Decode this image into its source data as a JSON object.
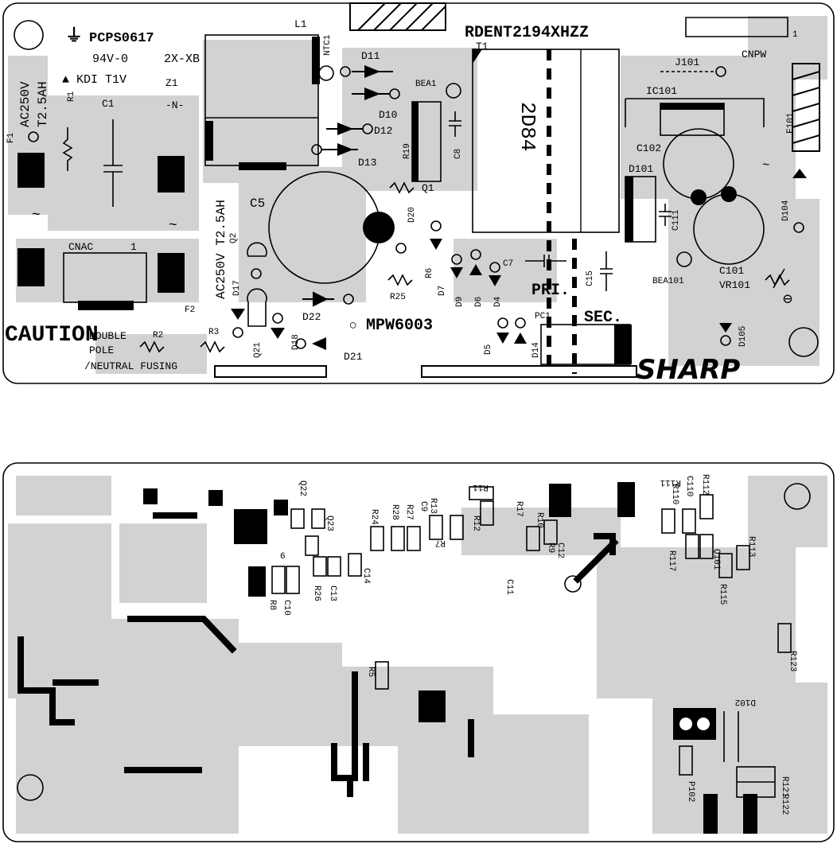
{
  "top_board": {
    "part_number": "PCPS0617",
    "flammability": "94V-0",
    "model_code": "2X-XB",
    "maker": "KDI T1V",
    "pcb_code": "RDENT2194XHZZ",
    "main_ic": "MPW6003",
    "brand": "SHARP",
    "caution": "CAUTION",
    "double_pole_line1": "DOUBLE",
    "double_pole_line2": "POLE",
    "neutral_fusing": "/NEUTRAL FUSING",
    "pri_label": "PRI.",
    "sec_label": "SEC.",
    "transformer_code": "2D84",
    "fuse_rating_1_a": "AC250V",
    "fuse_rating_1_b": "T2.5AH",
    "fuse_rating_2": "AC250V T2.5AH",
    "labels": {
      "F1": "F1",
      "F2": "F2",
      "R1": "R1",
      "C1": "C1",
      "Z1": "Z1",
      "CNAC": "CNAC",
      "CNAC_pin1": "1",
      "R2": "R2",
      "R3": "R3",
      "L1": "L1",
      "NTC1": "NTC1",
      "D11": "D11",
      "D10": "D10",
      "D12": "D12",
      "D13": "D13",
      "R19": "R19",
      "BEA1": "BEA1",
      "C8": "C8",
      "Q1": "Q1",
      "T1": "T1",
      "C5": "C5",
      "Q2": "Q2",
      "D17": "D17",
      "Q21": "Q21",
      "D18": "D18",
      "D22": "D22",
      "D21": "D21",
      "D20": "D20",
      "R6": "R6",
      "R25": "R25",
      "D7": "D7",
      "D9": "D9",
      "D6": "D6",
      "D4": "D4",
      "C7": "C7",
      "D5": "D5",
      "D14": "D14",
      "PC1": "PC1",
      "C15": "C15",
      "J101": "J101",
      "CNPW": "CNPW",
      "CNPW_pin1": "1",
      "IC101": "IC101",
      "C102": "C102",
      "D101": "D101",
      "C111": "C111",
      "C101": "C101",
      "BEA101": "BEA101",
      "VR101": "VR101",
      "F101": "F101",
      "D104": "D104",
      "D105": "D105"
    }
  },
  "bottom_board": {
    "labels": {
      "Q22": "Q22",
      "Q23": "Q23",
      "R24": "R24",
      "R28": "R28",
      "R27": "R27",
      "C9": "C9",
      "R13": "R13",
      "R11": "R11",
      "R12": "R12",
      "R17": "R17",
      "R10": "R10",
      "R7": "R7",
      "R9": "R9",
      "C12": "C12",
      "C11": "C11",
      "C14": "C14",
      "C13": "C13",
      "R26": "R26",
      "C10": "C10",
      "R8": "R8",
      "L6": "6",
      "R5": "R5",
      "R111": "R111",
      "R110": "R110",
      "C110": "C110",
      "R112": "R112",
      "R117": "R117",
      "Q101": "Q101",
      "R113": "R113",
      "R115": "R115",
      "R123": "R123",
      "D102": "D102",
      "P102": "P102",
      "R121": "R121",
      "R122": "R122"
    }
  }
}
